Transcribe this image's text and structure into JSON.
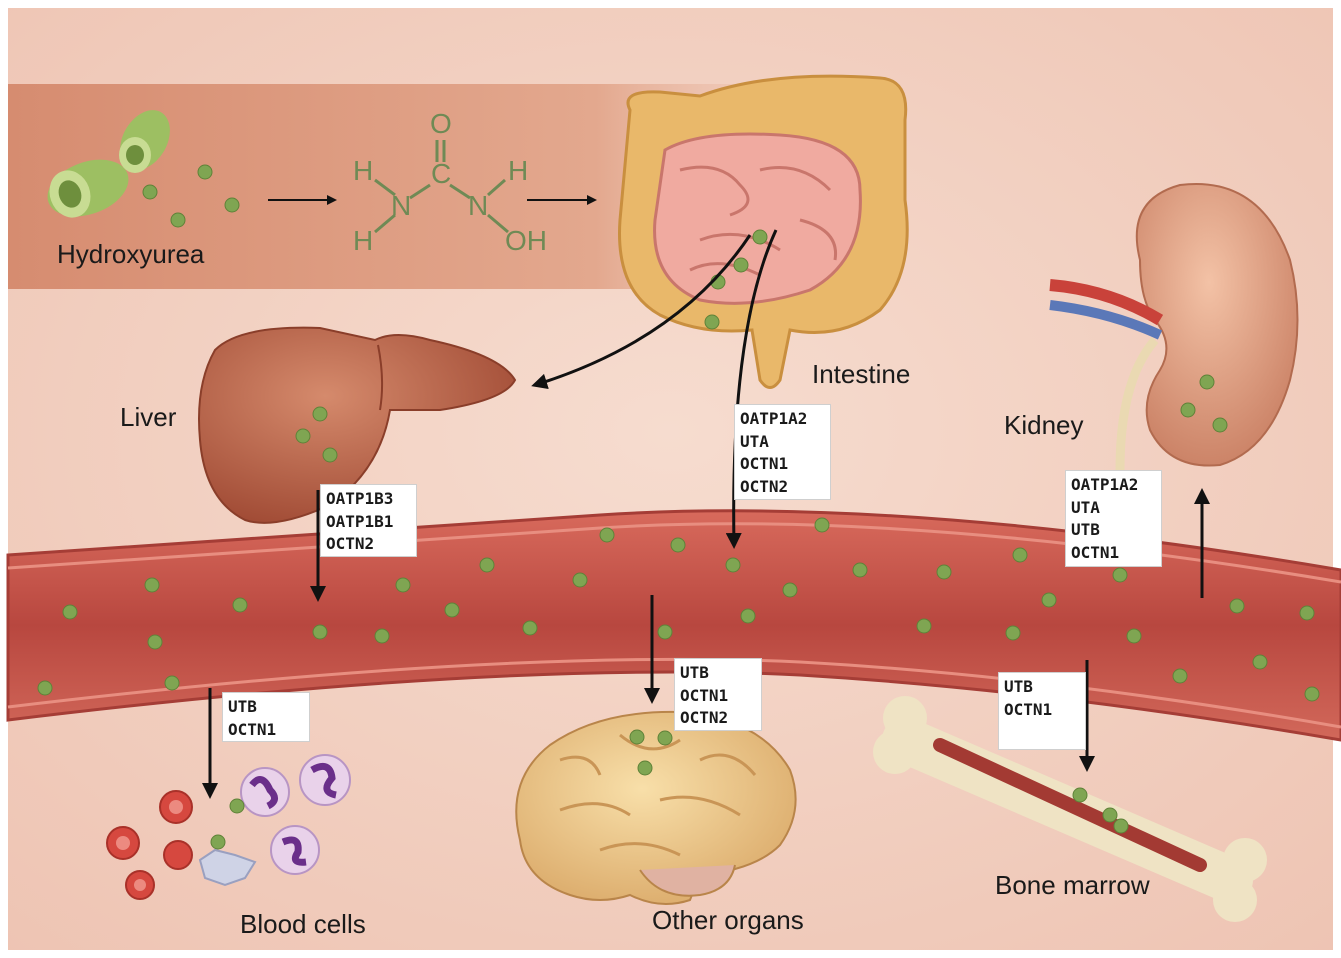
{
  "molecule": {
    "atoms": [
      "O",
      "C",
      "H",
      "N",
      "H",
      "N",
      "H",
      "OH"
    ]
  },
  "labels": {
    "hydroxyurea": "Hydroxyurea",
    "liver": "Liver",
    "intestine": "Intestine",
    "kidney": "Kidney",
    "blood_cells": "Blood cells",
    "other_organs": "Other organs",
    "bone_marrow": "Bone marrow"
  },
  "transporter_boxes": {
    "liver_to_blood": [
      "OATP1B3",
      "OATP1B1",
      "OCTN2"
    ],
    "intestine_to_blood": [
      "OATP1A2",
      "UTA",
      "OCTN1",
      "OCTN2"
    ],
    "blood_to_kidney": [
      "OATP1A2",
      "UTA",
      "UTB",
      "OCTN1"
    ],
    "blood_to_cells": [
      "UTB",
      "OCTN1"
    ],
    "blood_to_organs": [
      "UTB",
      "OCTN1",
      "OCTN2"
    ],
    "blood_to_marrow": [
      "UTB",
      "OCTN1"
    ]
  },
  "colors": {
    "background": "#f2d0c2",
    "drug_band": "#d99478",
    "vessel_wall": "#b84a42",
    "vessel_lumen": "#c4564c",
    "drug_particle": "#7fa552",
    "arrow": "#111111"
  }
}
